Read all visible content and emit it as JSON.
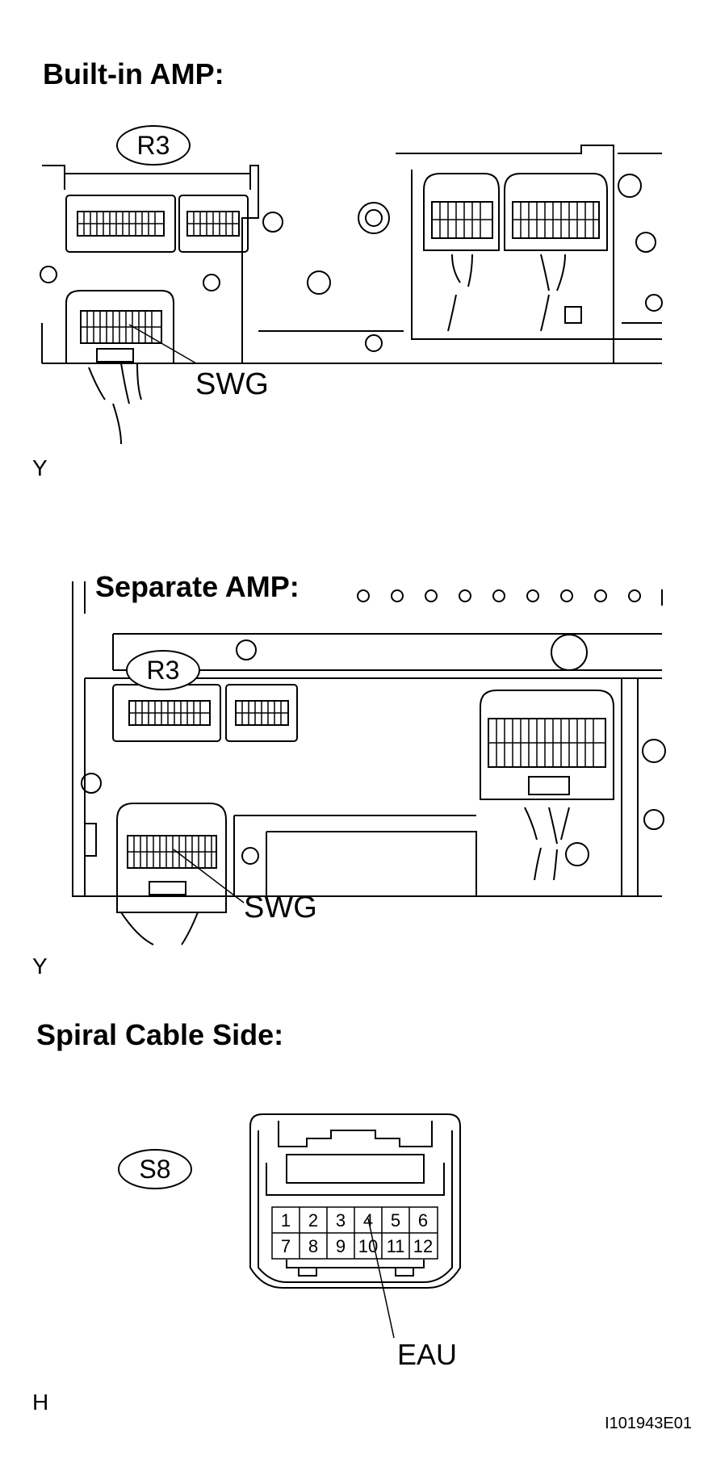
{
  "sections": {
    "built_in": {
      "title": "Built-in AMP:",
      "connector_label": "R3",
      "terminal_label": "SWG",
      "view_code": "Y"
    },
    "separate": {
      "title": "Separate AMP:",
      "connector_label": "R3",
      "terminal_label": "SWG",
      "view_code": "Y"
    },
    "spiral": {
      "title": "Spiral Cable Side:",
      "connector_label": "S8",
      "pins_top": [
        "1",
        "2",
        "3",
        "4",
        "5",
        "6"
      ],
      "pins_bottom": [
        "7",
        "8",
        "9",
        "10",
        "11",
        "12"
      ],
      "terminal_label": "EAU",
      "view_code": "H"
    }
  },
  "figure_id": "I101943E01"
}
